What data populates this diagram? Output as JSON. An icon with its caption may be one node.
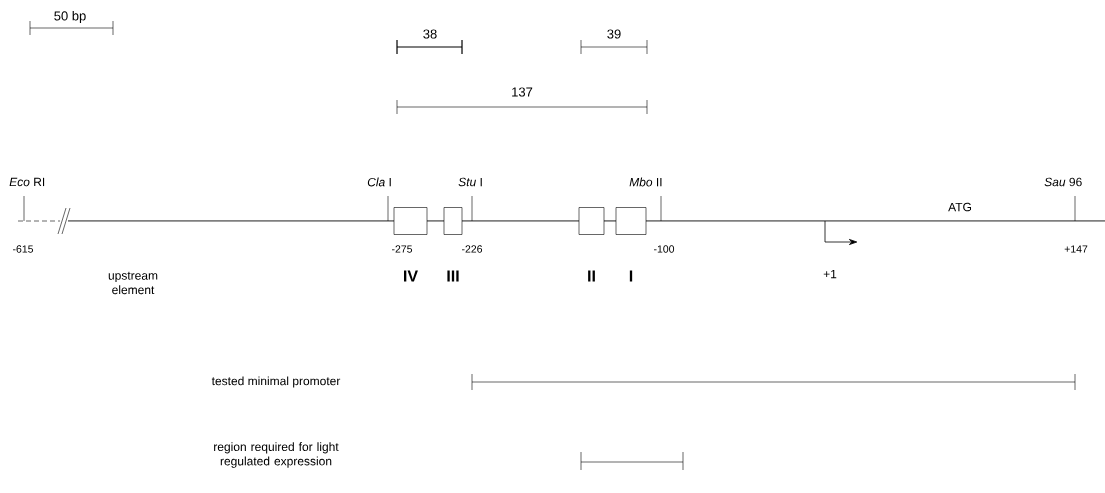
{
  "diagram": {
    "nodes": [
      {
        "text": [],
        "shape": "box",
        "beside": [
          "IV"
        ]
      },
      {
        "text": [],
        "shape": "box",
        "beside": [
          "III"
        ]
      },
      {
        "text": [],
        "shape": "box",
        "beside": [
          "II"
        ]
      },
      {
        "text": [],
        "shape": "box",
        "beside": [
          "I"
        ]
      }
    ],
    "labels": [
      "50 bp",
      "38",
      "39",
      "137",
      "*Eco* RI",
      "*Cla* I",
      "*Stu* I",
      "*Mbo* II",
      "*Sau* 96",
      "ATG",
      "-615",
      "-275",
      "-226",
      "-100",
      "+147",
      "upstream element",
      "+1",
      "tested minimal promoter",
      "region required for light regulated expression"
    ]
  }
}
